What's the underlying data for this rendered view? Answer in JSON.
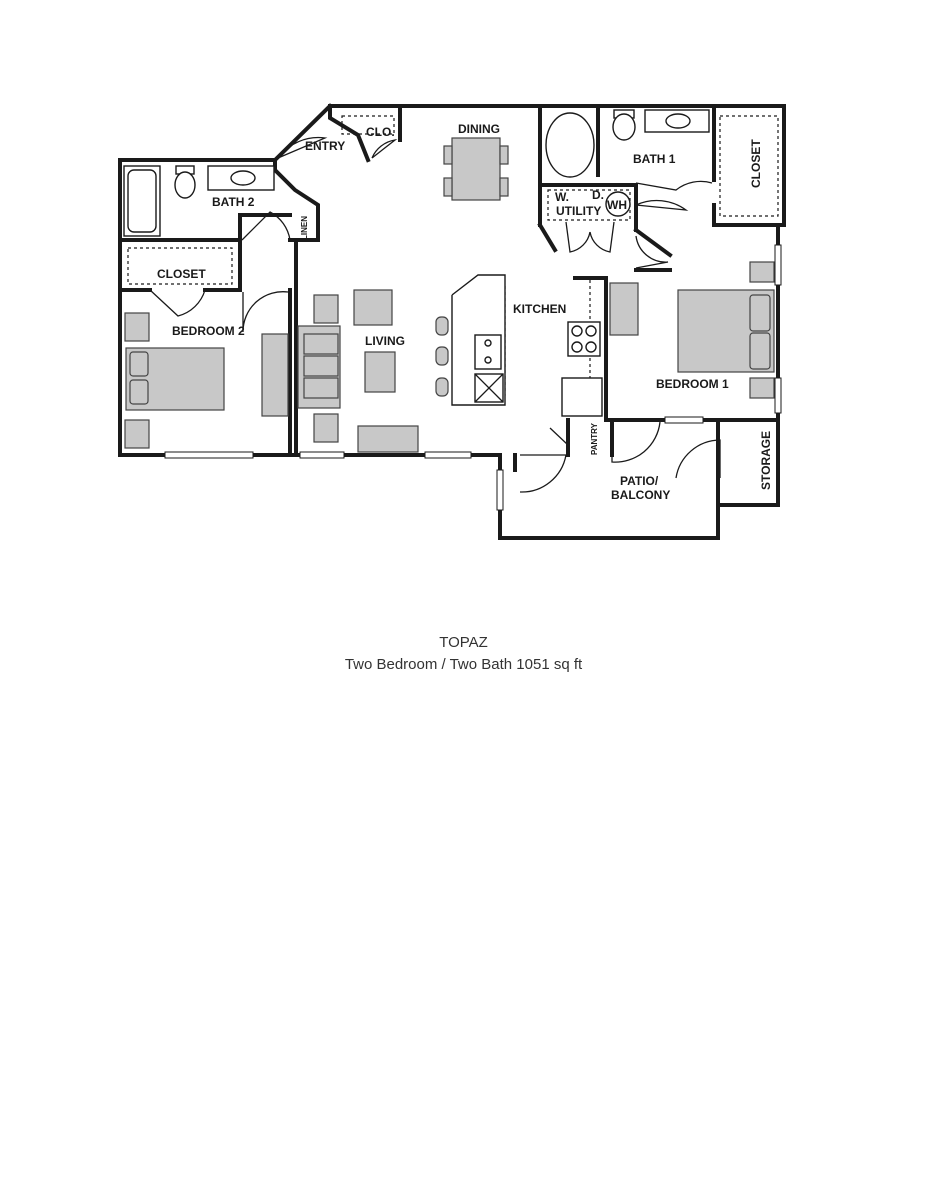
{
  "rooms": {
    "entry": "ENTRY",
    "closet_small": "CLO.",
    "dining": "DINING",
    "bath1": "BATH 1",
    "closet_master": "CLOSET",
    "bath2": "BATH 2",
    "linen": "LINEN",
    "closet_bed2": "CLOSET",
    "bedroom2": "BEDROOM 2",
    "living": "LIVING",
    "kitchen": "KITCHEN",
    "bedroom1": "BEDROOM 1",
    "utility": "UTILITY",
    "washer": "W.",
    "dryer": "D.",
    "water_heater": "WH",
    "pantry": "PANTRY",
    "patio": "PATIO/",
    "balcony": "BALCONY",
    "storage": "STORAGE"
  },
  "caption": {
    "title": "TOPAZ",
    "subtitle": "Two Bedroom / Two Bath 1051 sq  ft"
  }
}
